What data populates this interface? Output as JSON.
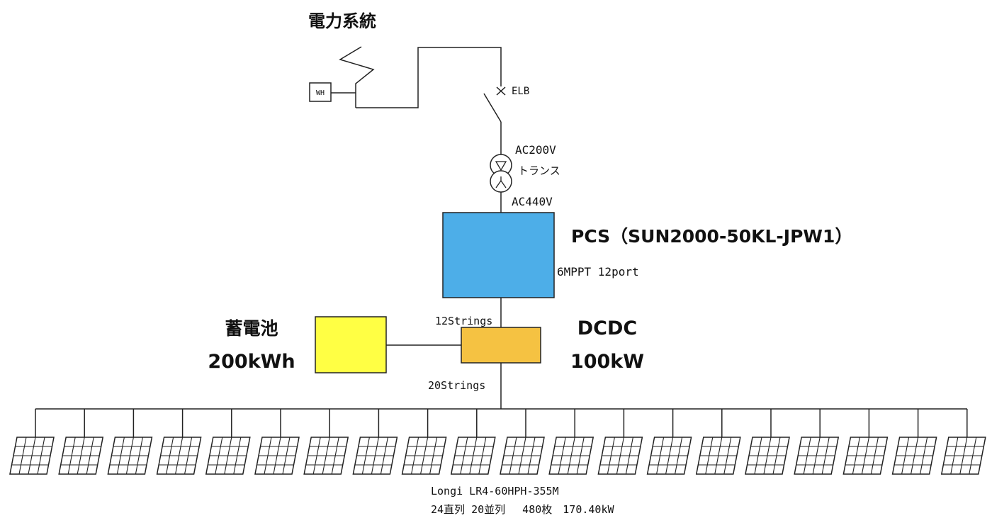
{
  "grid": {
    "title": "電力系統",
    "meter_label": "WH"
  },
  "breaker": {
    "label": "ELB"
  },
  "transformer": {
    "primary_voltage": "AC200V",
    "label": "トランス",
    "secondary_voltage": "AC440V"
  },
  "pcs": {
    "title": "PCS（SUN2000-50KL-JPW1）",
    "spec": "6MPPT 12port",
    "color": "#4daee8"
  },
  "dcdc": {
    "strings_in": "12Strings",
    "strings_out": "20Strings",
    "title": "DCDC",
    "power": "100kW",
    "color": "#f5c242"
  },
  "battery": {
    "title": "蓄電池",
    "capacity": "200kWh",
    "color": "#ffff44"
  },
  "pv_array": {
    "panel_count_drawn": 20,
    "model": "Longi LR4-60HPH-355M",
    "config": "24直列 20並列　 480枚　170.40kW"
  }
}
